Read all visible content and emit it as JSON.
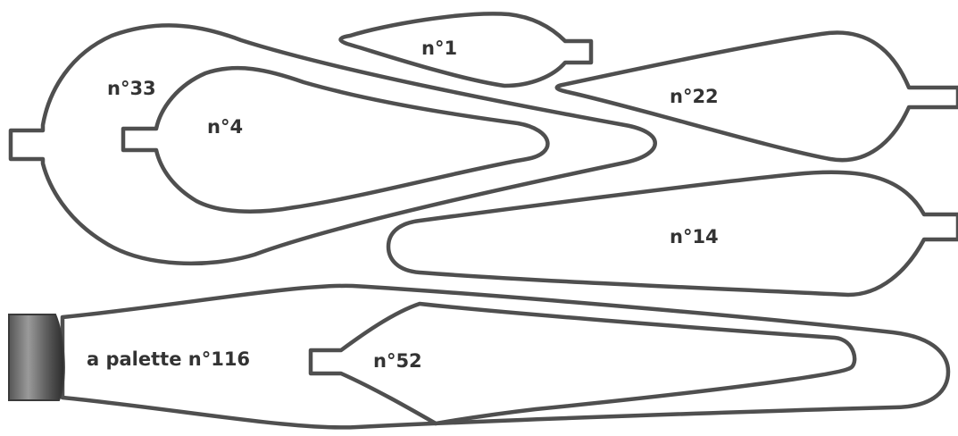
{
  "diagram": {
    "shapes": [
      {
        "id": "n1",
        "label": "n°1"
      },
      {
        "id": "n22",
        "label": "n°22"
      },
      {
        "id": "n33",
        "label": "n°33"
      },
      {
        "id": "n4",
        "label": "n°4"
      },
      {
        "id": "n14",
        "label": "n°14"
      },
      {
        "id": "n116",
        "label": "a palette n°116"
      },
      {
        "id": "n52",
        "label": "n°52"
      }
    ],
    "colors": {
      "outline": "#4f4f4f",
      "label": "#333333",
      "ferrule_light": "#9a9a9a",
      "ferrule_dark": "#2b2b2b"
    }
  }
}
